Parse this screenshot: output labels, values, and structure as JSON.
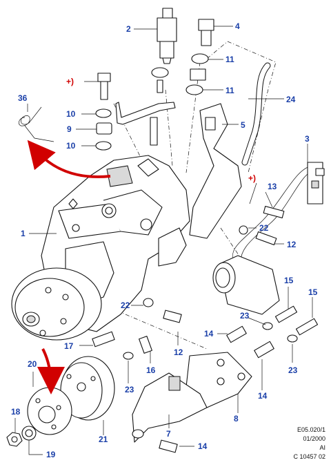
{
  "diagram": {
    "part_numbers": {
      "p1": "1",
      "p2": "2",
      "p3": "3",
      "p4": "4",
      "p5": "5",
      "p7": "7",
      "p8": "8",
      "p9": "9",
      "p10a": "10",
      "p10b": "10",
      "p11a": "11",
      "p11b": "11",
      "p12a": "12",
      "p12b": "12",
      "p13": "13",
      "p14a": "14",
      "p14b": "14",
      "p14c": "14",
      "p15a": "15",
      "p15b": "15",
      "p16": "16",
      "p17": "17",
      "p18": "18",
      "p19": "19",
      "p20": "20",
      "p21": "21",
      "p22a": "22",
      "p22b": "22",
      "p23a": "23",
      "p23b": "23",
      "p23c": "23",
      "p24": "24",
      "p36": "36"
    },
    "plus_markers": {
      "top": "+)",
      "mid": "+)"
    },
    "footer": {
      "line1": "E05.020/1",
      "line2": "01/2000",
      "line3": "AI",
      "line4": "C 10457 02"
    },
    "colors": {
      "callout": "#1a3fa8",
      "marker": "#d10000",
      "arrow": "#d10000",
      "linework": "#111111"
    }
  }
}
